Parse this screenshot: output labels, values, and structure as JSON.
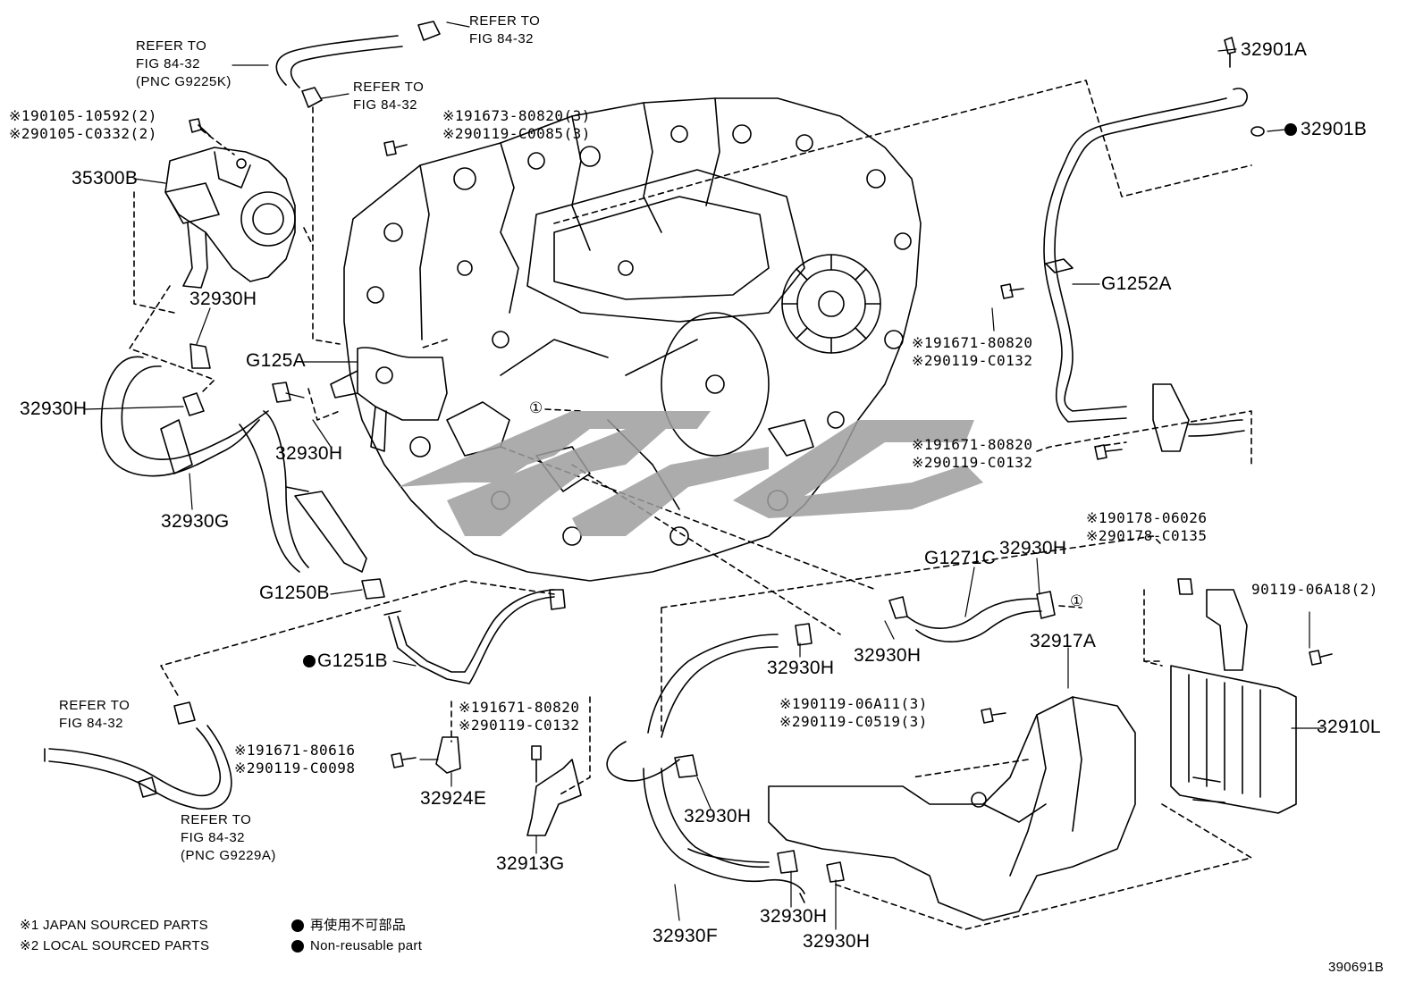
{
  "colors": {
    "ink": "#000000",
    "watermark": "#9e9e9e",
    "background": "#ffffff"
  },
  "refs": {
    "top_refer": "REFER TO\nFIG 84-32",
    "top_left_refer": "REFER TO\nFIG 84-32\n(PNC G9225K)",
    "mid_refer": "REFER TO\nFIG 84-32",
    "left_refer": "REFER TO\nFIG 84-32",
    "bottom_refer": "REFER TO\nFIG 84-32\n(PNC G9229A)"
  },
  "notes": {
    "n_190105": "※190105-10592(2)\n※290105-C0332(2)",
    "n_191673": "※191673-80820(3)\n※290119-C0085(3)",
    "n_191671_a": "※191671-80820\n※290119-C0132",
    "n_191671_b": "※191671-80820\n※290119-C0132",
    "n_190178": "※190178-06026\n※290178-C0135",
    "n_190119": "※190119-06A11(3)\n※290119-C0519(3)",
    "n_191671_c": "※191671-80820\n※290119-C0132",
    "n_191671_d": "※191671-80616\n※290119-C0098"
  },
  "parts": {
    "p32901A": "32901A",
    "p32901B": "32901B",
    "p35300B": "35300B",
    "p32930H_1": "32930H",
    "p32930H_2": "32930H",
    "p32930H_3": "32930H",
    "p32930H_4": "32930H",
    "p32930H_5": "32930H",
    "p32930H_6": "32930H",
    "p32930H_7": "32930H",
    "p32930H_8": "32930H",
    "p32930H_9": "32930H",
    "pG125A": "G125A",
    "pG1252A": "G1252A",
    "p32930G": "32930G",
    "pG1250B": "G1250B",
    "pG1271C": "G1271C",
    "pG1251B": "G1251B",
    "p32917A": "32917A",
    "p90119": "90119-06A18(2)",
    "p32910L": "32910L",
    "p32924E": "32924E",
    "p32913G": "32913G",
    "p32930F": "32930F"
  },
  "callout": "①",
  "legend": {
    "japan": "※1 JAPAN SOURCED PARTS",
    "local": "※2 LOCAL SOURCED PARTS",
    "non_reuse_jp": "再使用不可部品",
    "non_reuse_en": "Non-reusable part"
  },
  "diagram_id": "390691B"
}
